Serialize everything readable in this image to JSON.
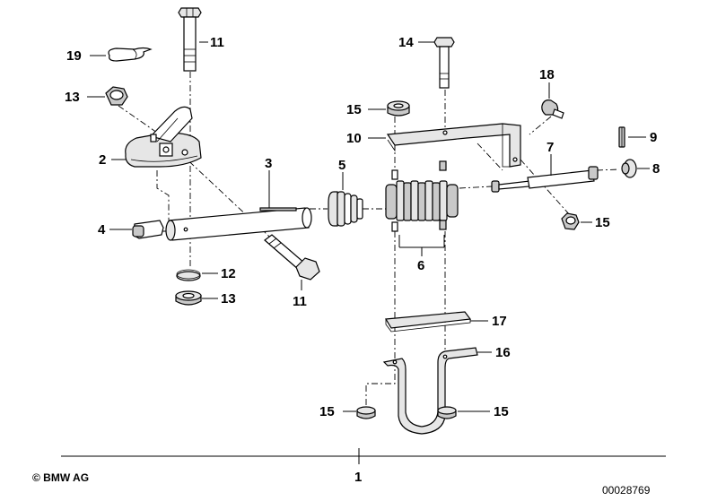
{
  "diagram": {
    "callouts": [
      {
        "id": "c19",
        "text": "19"
      },
      {
        "id": "c11a",
        "text": "11"
      },
      {
        "id": "c13a",
        "text": "13"
      },
      {
        "id": "c2",
        "text": "2"
      },
      {
        "id": "c3",
        "text": "3"
      },
      {
        "id": "c4",
        "text": "4"
      },
      {
        "id": "c12",
        "text": "12"
      },
      {
        "id": "c13b",
        "text": "13"
      },
      {
        "id": "c11b",
        "text": "11"
      },
      {
        "id": "c5",
        "text": "5"
      },
      {
        "id": "c14",
        "text": "14"
      },
      {
        "id": "c15a",
        "text": "15"
      },
      {
        "id": "c10",
        "text": "10"
      },
      {
        "id": "c18",
        "text": "18"
      },
      {
        "id": "c7",
        "text": "7"
      },
      {
        "id": "c9",
        "text": "9"
      },
      {
        "id": "c8",
        "text": "8"
      },
      {
        "id": "c15b",
        "text": "15"
      },
      {
        "id": "c6",
        "text": "6"
      },
      {
        "id": "c17",
        "text": "17"
      },
      {
        "id": "c16",
        "text": "16"
      },
      {
        "id": "c15c",
        "text": "15"
      },
      {
        "id": "c15d",
        "text": "15"
      }
    ],
    "assembly_number": "1",
    "copyright": "© BMW AG",
    "drawing_number": "00028769"
  }
}
